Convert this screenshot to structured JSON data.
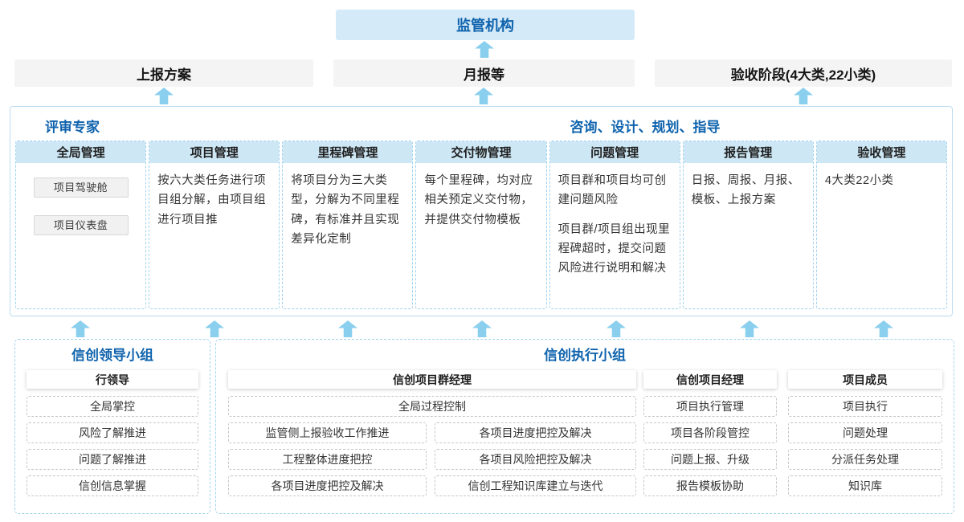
{
  "top": {
    "regulator": "监管机构",
    "outputs": [
      "上报方案",
      "月报等",
      "验收阶段(4大类,22小类)"
    ]
  },
  "panel": {
    "left_role": "评审专家",
    "right_role": "咨询、设计、规划、指导",
    "columns": [
      {
        "title": "全局管理",
        "pills": [
          "项目驾驶舱",
          "项目仪表盘"
        ]
      },
      {
        "title": "项目管理",
        "text": "按六大类任务进行项目组分解，由项目组进行项目推"
      },
      {
        "title": "里程碑管理",
        "text": "将项目分为三大类型，分解为不同里程碑，有标准并且实现差异化定制"
      },
      {
        "title": "交付物管理",
        "text": "每个里程碑，均对应相关预定义交付物，并提供交付物模板"
      },
      {
        "title": "问题管理",
        "paragraphs": [
          "项目群和项目均可创建问题风险",
          "项目群/项目组出现里程碑超时，提交问题风险进行说明和解决"
        ]
      },
      {
        "title": "报告管理",
        "text": "日报、周报、月报、模板、上报方案"
      },
      {
        "title": "验收管理",
        "text": "4大类22小类"
      }
    ]
  },
  "groups": {
    "leader": {
      "title": "信创领导小组",
      "role": "行领导",
      "items": [
        "全局掌控",
        "风险了解推进",
        "问题了解推进",
        "信创信息掌握"
      ]
    },
    "exec": {
      "title": "信创执行小组",
      "pg_manager": {
        "role": "信创项目群经理",
        "full_item": "全局过程控制",
        "left_items": [
          "监管侧上报验收工作推进",
          "工程整体进度把控",
          "各项目进度把控及解决"
        ],
        "right_items": [
          "各项目进度把控及解决",
          "各项目风险把控及解决",
          "信创工程知识库建立与迭代"
        ]
      },
      "pm": {
        "role": "信创项目经理",
        "items": [
          "项目执行管理",
          "项目各阶段管控",
          "问题上报、升级",
          "报告模板协助"
        ]
      },
      "member": {
        "role": "项目成员",
        "items": [
          "项目执行",
          "问题处理",
          "分派任务处理",
          "知识库"
        ]
      }
    }
  },
  "colors": {
    "accent_blue": "#0f63ad",
    "header_bg": "#cde7f5",
    "regulator_bg": "#d5eaf8",
    "arrow_blue": "#8bcfee",
    "dashed_border": "#9fd2ee",
    "gray_box_bg": "#f4f4f4"
  }
}
